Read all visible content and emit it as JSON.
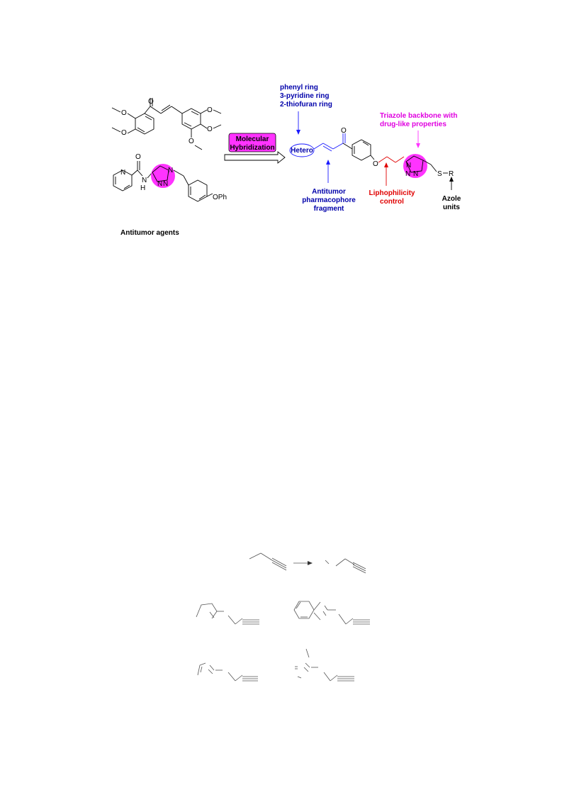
{
  "labels": {
    "molecular": "Molecular",
    "hybridization": "Hybridization",
    "antitumor_agents": "Antitumor agents",
    "phenyl": "phenyl ring",
    "pyridine": "3-pyridine ring",
    "thiofuran": "2-thiofuran ring",
    "hetero": "Hetero",
    "triazole1": "Triazole backbone with",
    "triazole2": "drug-like properties",
    "antitumor1": "Antitumor",
    "antitumor2": "pharmacophore",
    "antitumor3": "fragment",
    "lipo1": "Liphophilicity",
    "lipo2": "control",
    "azole1": "Azole",
    "azole2": "units"
  },
  "atoms": {
    "O": "O",
    "N": "N",
    "H": "H",
    "S": "S",
    "R": "R",
    "OPh": "OPh"
  },
  "colors": {
    "blue_text": "#0000aa",
    "blue_bond": "#1a1aff",
    "red": "#e00000",
    "magenta": "#ff33ff",
    "magenta_text": "#e000e0"
  }
}
